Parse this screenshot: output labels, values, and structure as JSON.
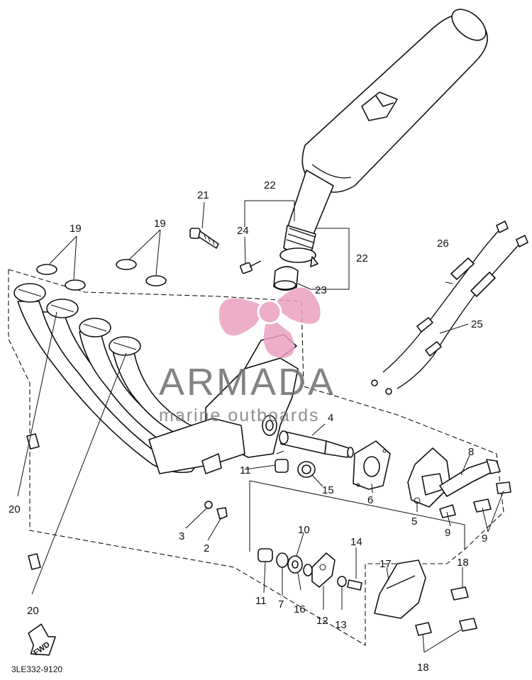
{
  "watermark": {
    "brand": "ARMADA",
    "tagline": "marine outboards",
    "logo_color": "#e9a0bf",
    "text_color": "#6d6d6d"
  },
  "diagram_code": "3LE332-9120",
  "direction_label": "FWD",
  "callouts": {
    "c2": "2",
    "c3": "3",
    "c4": "4",
    "c5": "5",
    "c6": "6",
    "c7": "7",
    "c8": "8",
    "c9a": "9",
    "c9b": "9",
    "c10": "10",
    "c11a": "11",
    "c11b": "11",
    "c12": "12",
    "c13": "13",
    "c14": "14",
    "c15": "15",
    "c16": "16",
    "c17": "17",
    "c18a": "18",
    "c18b": "18",
    "c19a": "19",
    "c19b": "19",
    "c20a": "20",
    "c20b": "20",
    "c21": "21",
    "c22a": "22",
    "c22b": "22",
    "c23": "23",
    "c24": "24",
    "c25": "25",
    "c26": "26"
  }
}
